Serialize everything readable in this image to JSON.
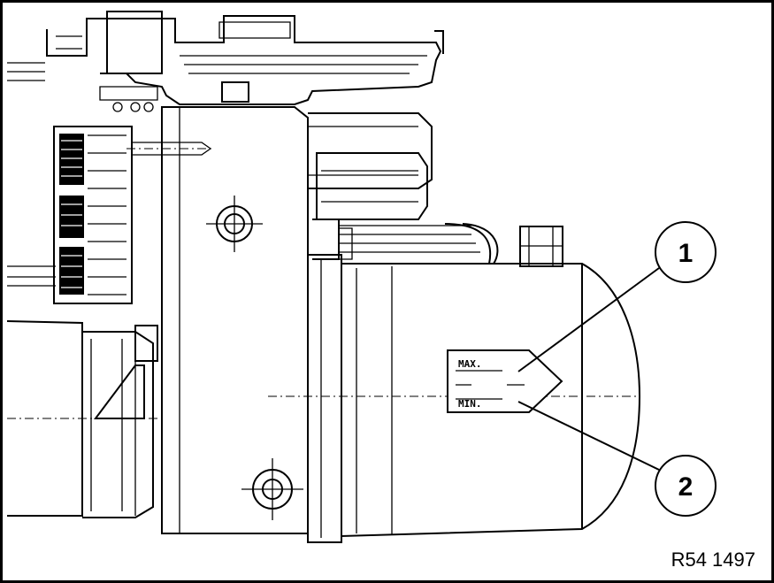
{
  "diagram": {
    "figure_id": "R54 1497",
    "callouts": [
      {
        "number": "1"
      },
      {
        "number": "2"
      }
    ],
    "reservoir_labels": {
      "max": "MAX.",
      "min": "MIN."
    }
  }
}
